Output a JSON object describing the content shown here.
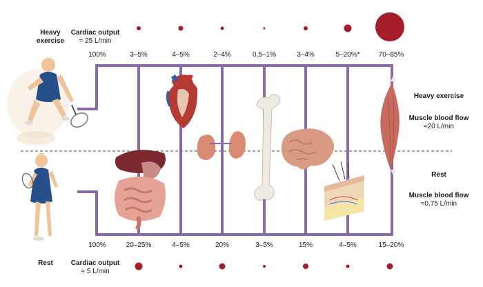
{
  "top": {
    "row_label_line1": "Heavy",
    "row_label_line2": "exercise",
    "cardiac_label": "Cardiac output",
    "cardiac_value": "= 25 L/min"
  },
  "bottom": {
    "row_label": "Rest",
    "cardiac_label": "Cardiac output",
    "cardiac_value": "= 5 L/min"
  },
  "total_top": "100%",
  "total_bottom": "100%",
  "organs": [
    {
      "name": "digestive",
      "top": "3–5%",
      "bottom": "20–25%"
    },
    {
      "name": "heart",
      "top": "4–5%",
      "bottom": "4–5%"
    },
    {
      "name": "kidneys",
      "top": "2–4%",
      "bottom": "20%"
    },
    {
      "name": "bone",
      "top": "0.5–1%",
      "bottom": "3–5%"
    },
    {
      "name": "brain",
      "top": "3–4%",
      "bottom": "15%"
    },
    {
      "name": "skin",
      "top": "5–20%*",
      "bottom": "4–5%"
    },
    {
      "name": "muscle",
      "top": "70–85%",
      "bottom": "15–20%"
    }
  ],
  "right": {
    "heavy_title": "Heavy exercise",
    "heavy_flow_label": "Muscle blood flow",
    "heavy_flow_value": "≈20 L/min",
    "rest_title": "Rest",
    "rest_flow_label": "Muscle blood flow",
    "rest_flow_value": "≈0.75 L/min"
  },
  "colors": {
    "frame": "#8b6aa7",
    "dot": "#a51c2a",
    "divider": "#444444"
  }
}
